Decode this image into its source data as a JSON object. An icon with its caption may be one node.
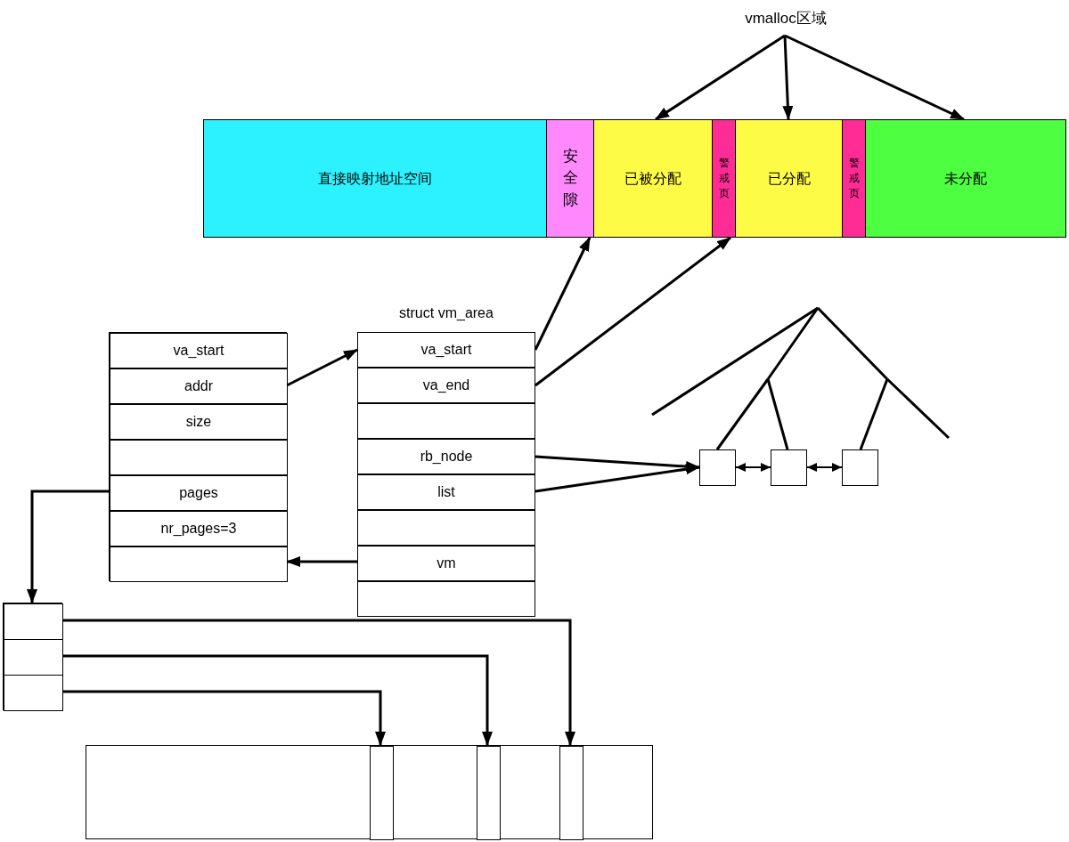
{
  "diagram": {
    "nodes": [
      {
        "text": [
          "vmalloc区域"
        ]
      },
      {
        "text": [
          "直接映射地址空间"
        ]
      },
      {
        "text": [
          "安全隙"
        ]
      },
      {
        "text": [
          "已被分配"
        ]
      },
      {
        "text": [
          "警戒页"
        ]
      },
      {
        "text": [
          "已分配"
        ]
      },
      {
        "text": [
          "警戒页"
        ]
      },
      {
        "text": [
          "未分配"
        ]
      },
      {
        "text": [],
        "shape": "box"
      },
      {
        "text": [
          "va_start"
        ],
        "in": 8
      },
      {
        "text": [
          "addr"
        ],
        "in": 8
      },
      {
        "text": [
          "size"
        ],
        "in": 8
      },
      {
        "text": [],
        "shape": "box",
        "in": 8
      },
      {
        "text": [
          "pages"
        ],
        "in": 8
      },
      {
        "text": [
          "nr_pages=3"
        ],
        "in": 8
      },
      {
        "text": [],
        "shape": "box",
        "in": 8
      },
      {
        "text": [
          "struct vm_area"
        ]
      },
      {
        "text": [
          "va_start"
        ],
        "in": 16
      },
      {
        "text": [
          "va_end"
        ],
        "in": 16
      },
      {
        "text": [],
        "shape": "box",
        "in": 16
      },
      {
        "text": [
          "rb_node"
        ],
        "in": 16
      },
      {
        "text": [
          "list"
        ],
        "in": 16
      },
      {
        "text": [],
        "shape": "box",
        "in": 16
      },
      {
        "text": [
          "vm"
        ],
        "in": 16
      },
      {
        "text": [],
        "shape": "box",
        "in": 16
      },
      {
        "text": [],
        "shape": "box"
      },
      {
        "text": [],
        "shape": "box"
      },
      {
        "text": [],
        "shape": "box"
      },
      {
        "text": [],
        "shape": "box"
      },
      {
        "text": [],
        "shape": "box",
        "in": 28
      },
      {
        "text": [],
        "shape": "box",
        "in": 28
      },
      {
        "text": [],
        "shape": "box",
        "in": 28
      },
      {
        "text": [],
        "shape": "box"
      },
      {
        "text": [],
        "shape": "box",
        "in": 32
      },
      {
        "text": [],
        "shape": "box",
        "in": 32
      },
      {
        "text": [],
        "shape": "box",
        "in": 32
      }
    ],
    "edges": [
      {
        "from": 0,
        "to": 3,
        "arrow": "to"
      },
      {
        "from": 0,
        "to": 5,
        "arrow": "to"
      },
      {
        "from": 0,
        "to": 7,
        "arrow": "to"
      },
      {
        "from": 17,
        "to": 2,
        "arrow": "to"
      },
      {
        "from": 18,
        "to": 4,
        "arrow": "to"
      },
      {
        "from": 10,
        "to": 17,
        "arrow": "to"
      },
      {
        "from": 23,
        "to": 15,
        "arrow": "to"
      },
      {
        "from": 20,
        "to": 25,
        "arrow": "to"
      },
      {
        "from": 21,
        "to": 25,
        "arrow": "to"
      },
      {
        "from": 25,
        "to": 26,
        "arrow": "both"
      },
      {
        "from": 26,
        "to": 27,
        "arrow": "both"
      },
      {
        "from": 13,
        "to": 28,
        "arrow": "to"
      },
      {
        "from": 29,
        "to": 35,
        "arrow": "to"
      },
      {
        "from": 30,
        "to": 34,
        "arrow": "to"
      },
      {
        "from": 31,
        "to": 33,
        "arrow": "to"
      },
      {
        "from": null,
        "to": 25,
        "arrow": "none"
      },
      {
        "from": null,
        "to": 26,
        "arrow": "none"
      },
      {
        "from": null,
        "to": 27,
        "arrow": "none"
      }
    ]
  }
}
